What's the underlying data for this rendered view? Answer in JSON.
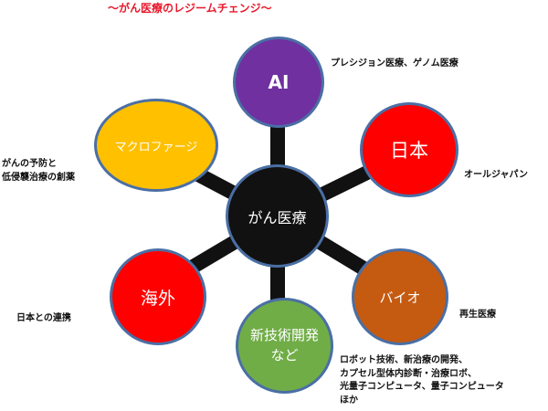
{
  "title": "〜がん医療のレジームチェンジ〜",
  "center": {
    "label": "がん医療",
    "color": "#111111"
  },
  "nodes": {
    "ai": {
      "label": "AI",
      "color": "#7030a0"
    },
    "japan": {
      "label": "日本",
      "color": "#ff0000"
    },
    "macrophage": {
      "label": "マクロファージ",
      "color": "#ffc000"
    },
    "overseas": {
      "label": "海外",
      "color": "#ff0000"
    },
    "bio": {
      "label": "バイオ",
      "color": "#c55a11"
    },
    "newtech": {
      "label": "新技術開発\nなど",
      "color": "#70ad47"
    }
  },
  "annotations": {
    "ai": "プレシジョン医療、ゲノム医療",
    "japan": "オールジャパン",
    "macrophage": "がんの予防と\n低侵襲治療の創薬",
    "overseas": "日本との連携",
    "bio": "再生医療",
    "newtech": "ロボット技術、新治療の開発、\nカプセル型体内診断・治療ロボ、\n光量子コンピュータ、量子コンピュータ\nほか"
  },
  "colors": {
    "title": "#e8192c",
    "spoke": "#111111",
    "node_border": "#4a6fa5"
  }
}
